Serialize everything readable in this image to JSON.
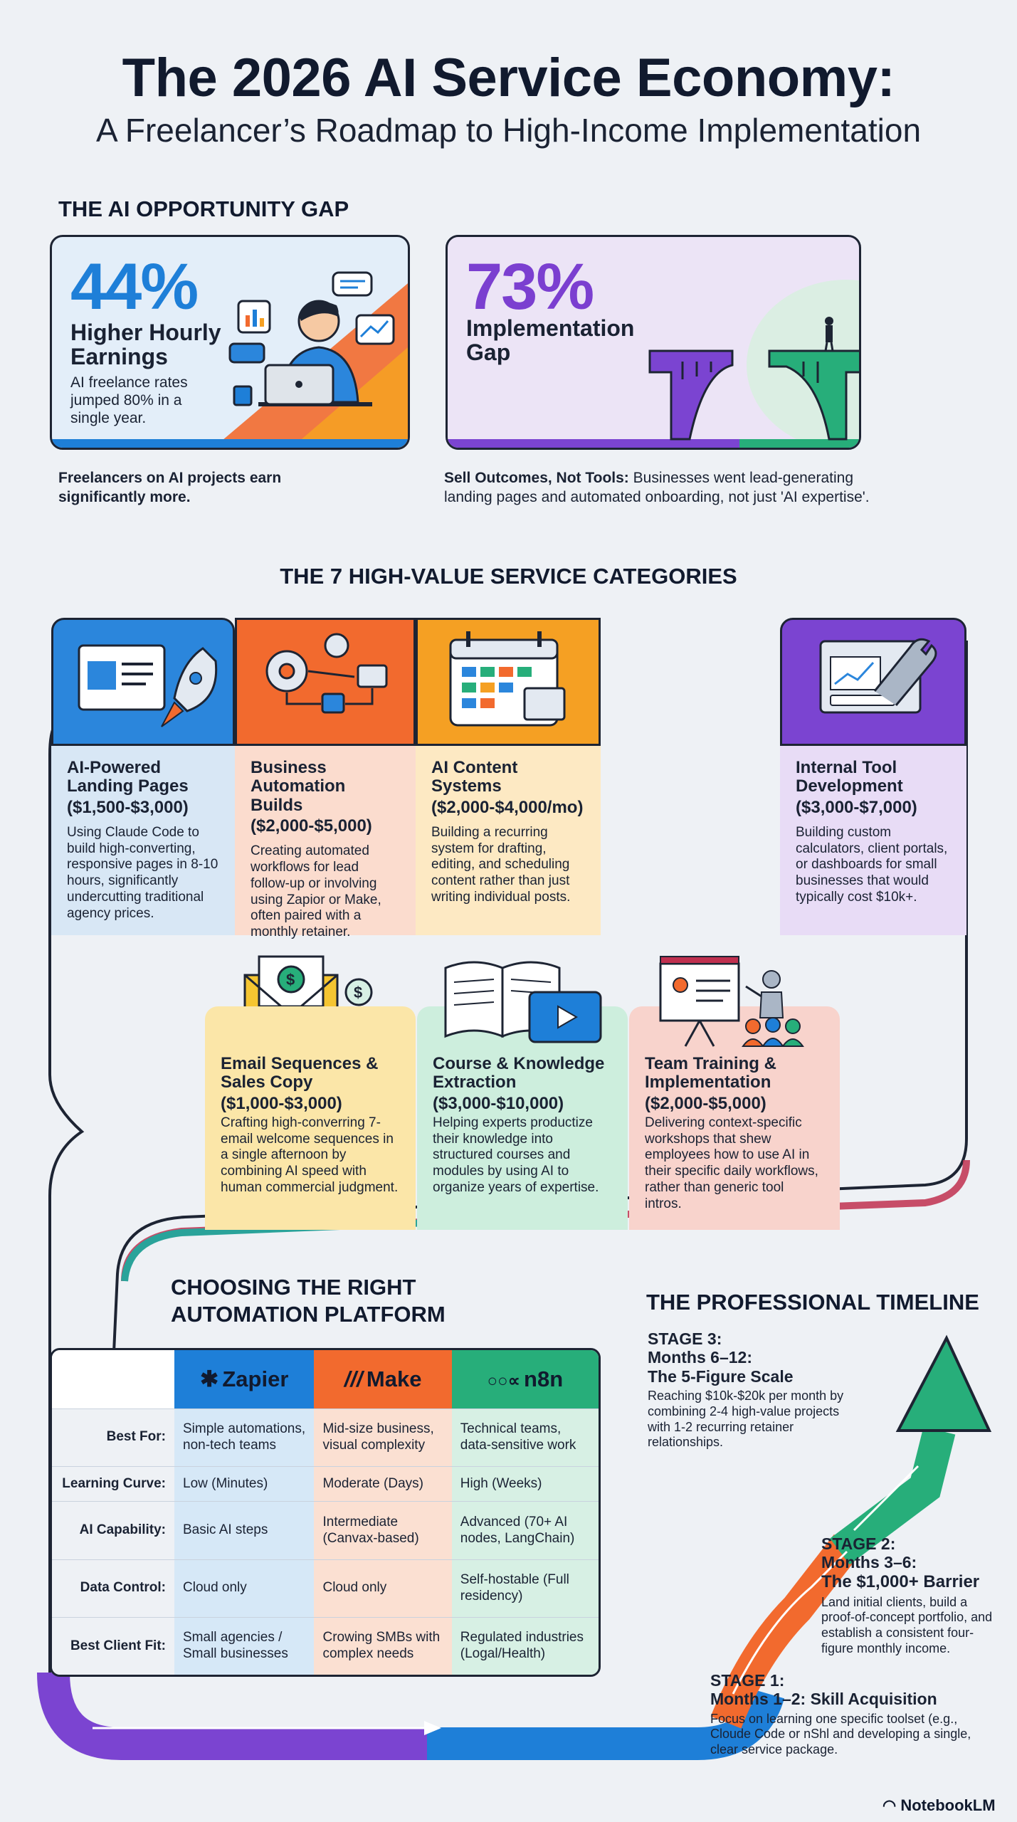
{
  "header": {
    "title": "The 2026 AI Service Economy:",
    "subtitle": "A Freelancer’s Roadmap to High-Income Implementation"
  },
  "opportunity": {
    "section_title": "THE AI OPPORTUNITY GAP",
    "earnings": {
      "number": "44%",
      "label_line1": "Higher Hourly",
      "label_line2": "Earnings",
      "desc": "AI freelance rates jumped 80% in a single year.",
      "caption": "Freelancers on AI projects earn significantly more.",
      "color": "#1e7fd8"
    },
    "gap": {
      "number": "73%",
      "label_line1": "Implementation",
      "label_line2": "Gap",
      "caption_bold": "Sell Outcomes, Not Tools:",
      "caption_rest": " Businesses went lead-generating landing pages and automated onboarding, not just 'AI expertise'.",
      "color": "#7b3fd0"
    }
  },
  "services": {
    "section_title": "THE 7 HIGH-VALUE SERVICE CATEGORIES",
    "top": [
      {
        "icon": "rocket-landing-page-icon",
        "title": "AI-Powered Landing Pages",
        "price": "($1,500-$3,000)",
        "desc": "Using Claude Code to build high-converting, responsive pages in 8-10 hours, significantly undercutting traditional agency prices.",
        "color": "#2b86dc"
      },
      {
        "icon": "gears-workflow-icon",
        "title": "Business Automation Builds",
        "price": "($2,000-$5,000)",
        "desc": "Creating automated workflows for lead follow-up or involving using Zapior or Make, often paired with a monthly retainer.",
        "color": "#f26a2e"
      },
      {
        "icon": "calendar-icon",
        "title": "AI Content Systems",
        "price": "($2,000-$4,000/mo)",
        "desc": "Building a recurring system for drafting, editing, and scheduling content rather than just writing individual posts.",
        "color": "#f5a023"
      },
      {
        "icon": "dashboard-wrench-icon",
        "title": "Internal Tool Development",
        "price": "($3,000-$7,000)",
        "desc": "Building custom calculators, client portals, or dashboards for small businesses that would typically cost $10k+.",
        "color": "#7b44d1"
      }
    ],
    "bottom": [
      {
        "icon": "envelope-dollar-icon",
        "title": "Email Sequences & Sales Copy",
        "price": "($1,000-$3,000)",
        "desc": "Crafting high-converring 7-email welcome sequences in a single afternoon by combining AI speed with human commercial judgment.",
        "color": "#fbe6a8"
      },
      {
        "icon": "book-video-icon",
        "title": "Course & Knowledge Extraction",
        "price": "($3,000-$10,000)",
        "desc": "Helping experts productize their knowledge into structured courses and modules by using AI to organize years of expertise.",
        "color": "#cdeedd"
      },
      {
        "icon": "presentation-team-icon",
        "title": "Team Training & Implementation",
        "price": "($2,000-$5,000)",
        "desc": "Delivering context-specific workshops that shew employees how to use AI in their specific daily workflows, rather than generic tool intros.",
        "color": "#f8d3cc"
      }
    ]
  },
  "platforms": {
    "section_title_line1": "CHOOSING THE RIGHT",
    "section_title_line2": "AUTOMATION PLATFORM",
    "columns": [
      {
        "name": "Zapier",
        "icon": "asterisk-icon",
        "color": "#1e7fd8"
      },
      {
        "name": "Make",
        "icon": "slashes-icon",
        "color": "#f26a2e"
      },
      {
        "name": "n8n",
        "icon": "nodes-icon",
        "color": "#27ae7a"
      }
    ],
    "rows": [
      {
        "label": "Best For:",
        "values": [
          "Simple automations, non-tech teams",
          "Mid-size business, visual complexity",
          "Technical teams, data-sensitive work"
        ]
      },
      {
        "label": "Learning Curve:",
        "values": [
          "Low (Minutes)",
          "Moderate (Days)",
          "High (Weeks)"
        ]
      },
      {
        "label": "AI Capability:",
        "values": [
          "Basic AI steps",
          "Intermediate (Canvax-based)",
          "Advanced (70+ AI nodes, LangChain)"
        ]
      },
      {
        "label": "Data Control:",
        "values": [
          "Cloud only",
          "Cloud only",
          "Self-hostable (Full residency)"
        ]
      },
      {
        "label": "Best Client Fit:",
        "values": [
          "Small agencies / Small businesses",
          "Crowing SMBs with complex needs",
          "Regulated industries (Logal/Health)"
        ]
      }
    ]
  },
  "timeline": {
    "section_title": "THE PROFESSIONAL TIMELINE",
    "stage3": {
      "label": "STAGE 3:",
      "months": "Months 6–12:",
      "name": "The 5-Figure Scale",
      "desc": "Reaching $10k-$20k per month by combining 2-4 high-value projects with 1-2 recurring retainer relationships."
    },
    "stage2": {
      "label": "STAGE 2:",
      "months": "Months 3–6:",
      "name": "The $1,000+ Barrier",
      "desc": "Land initial clients, build a proof-of-concept portfolio, and establish a consistent four-figure monthly income."
    },
    "stage1": {
      "label": "STAGE 1:",
      "months": "Months 1–2: Skill Acquisition",
      "desc": "Focus on learning one specific toolset (e.g., Cloude Code or nShl and developing a single, clear service package."
    }
  },
  "footer": {
    "brand": "NotebookLM",
    "icon": "notebooklm-logo-icon"
  }
}
